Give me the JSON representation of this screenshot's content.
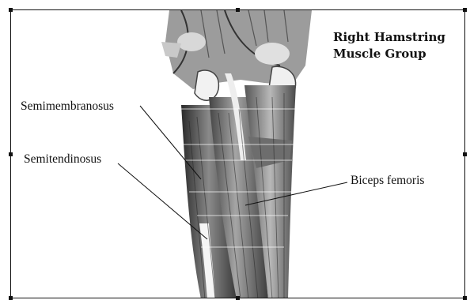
{
  "figure": {
    "title_line1": "Right Hamstring",
    "title_line2": "Muscle Group",
    "labels": {
      "semimembranosus": "Semimembranosus",
      "semitendinosus": "Semitendinosus",
      "biceps_femoris": "Biceps femoris"
    }
  }
}
